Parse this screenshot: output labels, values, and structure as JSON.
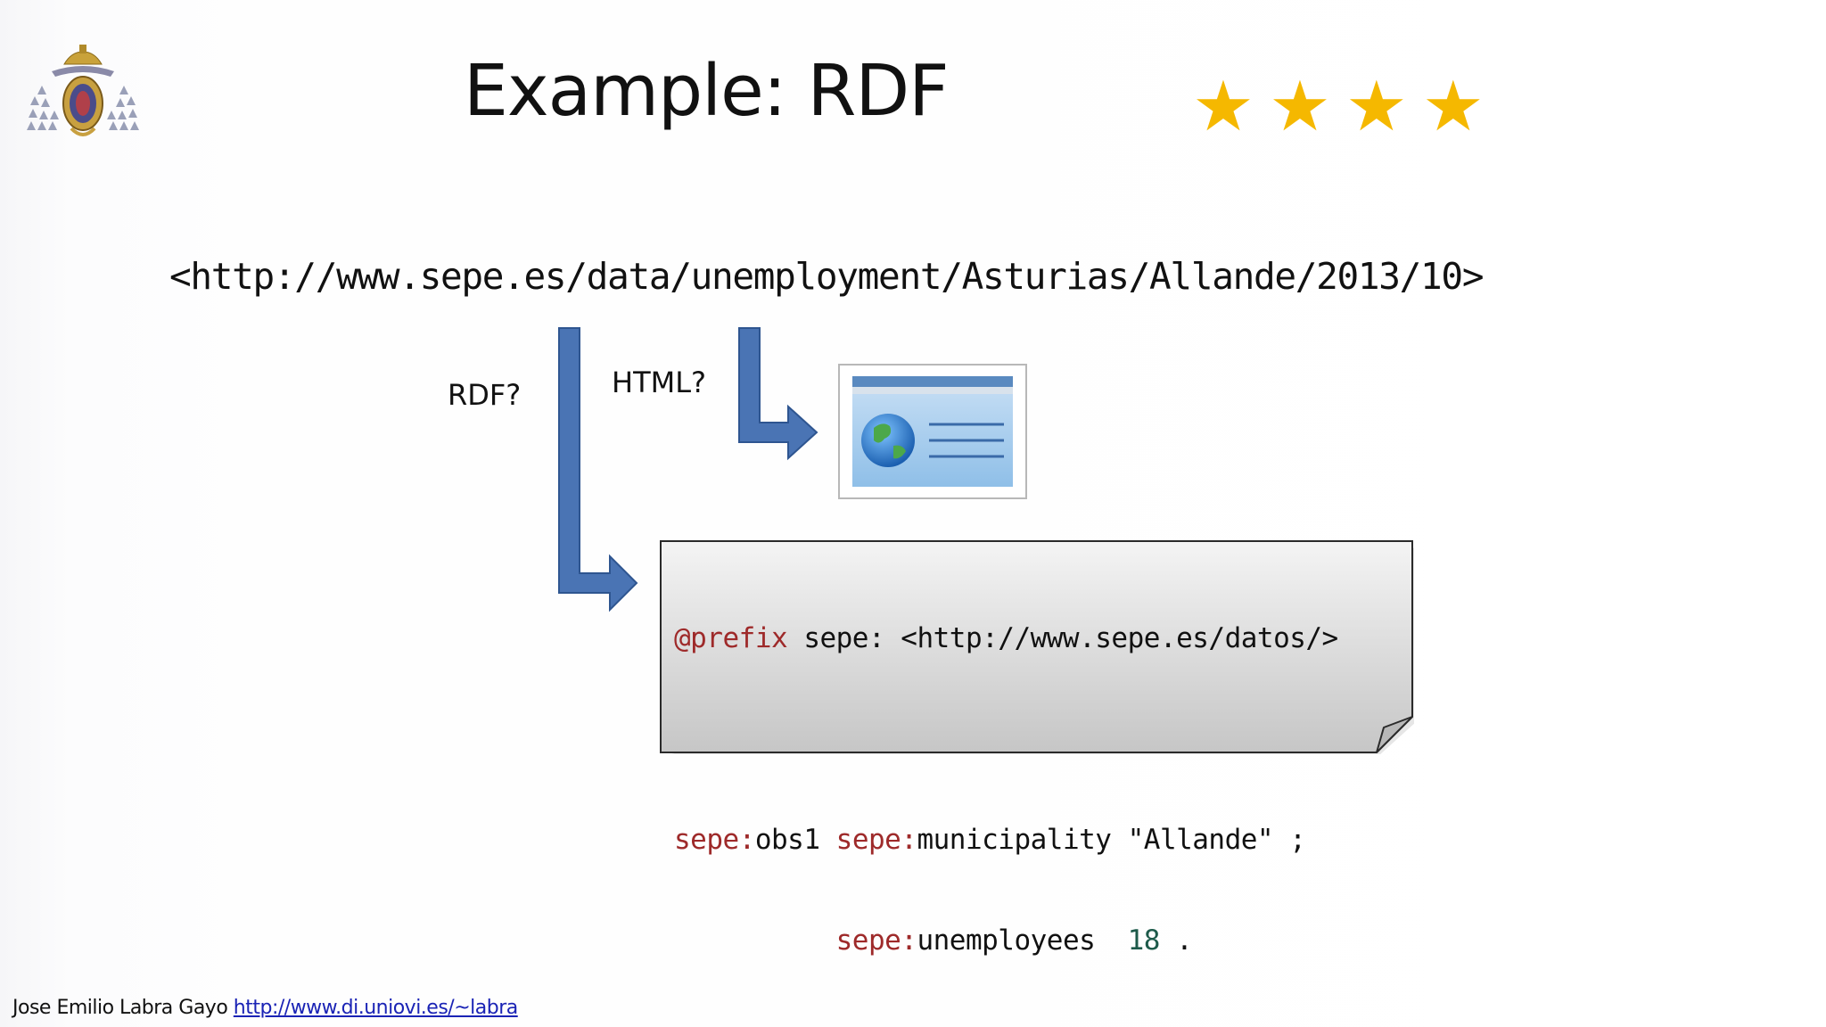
{
  "slide": {
    "title": "Example: RDF",
    "stars": [
      "★",
      "★",
      "★",
      "★"
    ],
    "star_count": 4,
    "star_color": "#f5b800",
    "logo_icon": "university-crest",
    "uri": "<http://www.sepe.es/data/unemployment/Asturias/Allande/2013/10>",
    "rdf_label": "RDF?",
    "html_label": "HTML?",
    "browser_icon": "web-page-globe-icon",
    "arrow_color": "#4a74b4",
    "code": {
      "line1": {
        "keyword": "@prefix",
        "rest": " sepe: <http://www.sepe.es/datos/>"
      },
      "line2": {
        "prefix1": "sepe:",
        "subject": "obs1 ",
        "prefix2": "sepe:",
        "predicate": "municipality \"Allande\" ;"
      },
      "line3": {
        "indent": "          ",
        "prefix": "sepe:",
        "predicate": "unemployees  ",
        "value": "18",
        "end": " ."
      }
    },
    "footer": {
      "author": "Jose Emilio Labra Gayo ",
      "link_text": "http://www.di.uniovi.es/~labra"
    }
  }
}
